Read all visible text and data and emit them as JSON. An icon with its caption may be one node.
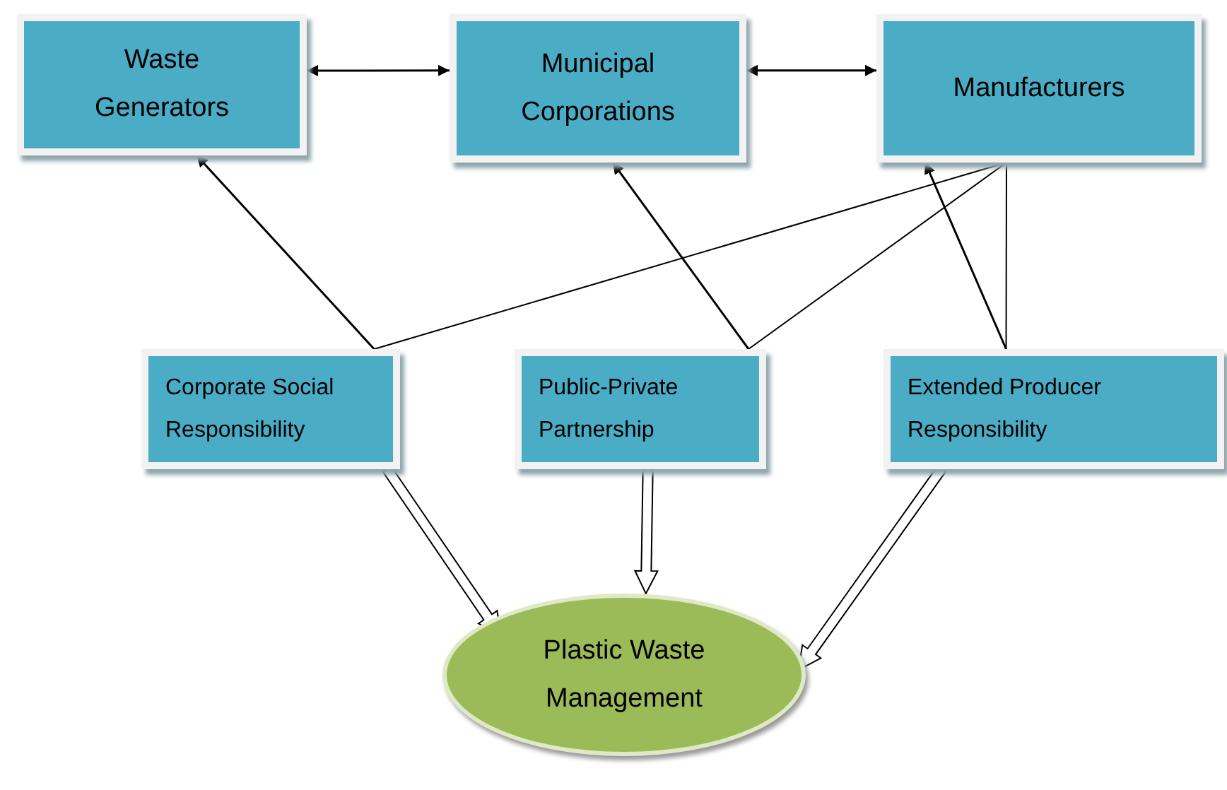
{
  "diagram": {
    "nodes": [
      {
        "text": [
          "Waste Generators"
        ]
      },
      {
        "text": [
          "Municipal Corporations"
        ]
      },
      {
        "text": [
          "Manufacturers"
        ]
      },
      {
        "text": [
          "Corporate Social Responsibility"
        ]
      },
      {
        "text": [
          "Public-Private Partnership"
        ]
      },
      {
        "text": [
          "Extended Producer Responsibility"
        ]
      },
      {
        "text": [
          "Plastic Waste Management"
        ]
      }
    ],
    "edges": [
      {
        "from": 0,
        "to": 1,
        "arrow": "both"
      },
      {
        "from": 1,
        "to": 2,
        "arrow": "both"
      },
      {
        "from": 3,
        "to": 0,
        "arrow": "to"
      },
      {
        "from": 3,
        "to": 2,
        "arrow": "none"
      },
      {
        "from": 4,
        "to": 1,
        "arrow": "to"
      },
      {
        "from": 4,
        "to": 2,
        "arrow": "none"
      },
      {
        "from": 5,
        "to": 2,
        "arrow": "to"
      },
      {
        "from": 5,
        "to": 2,
        "arrow": "none"
      },
      {
        "from": 3,
        "to": 6,
        "arrow": "to",
        "style": "thick"
      },
      {
        "from": 4,
        "to": 6,
        "arrow": "to",
        "style": "thick"
      },
      {
        "from": 5,
        "to": 6,
        "arrow": "to",
        "style": "thick"
      }
    ]
  }
}
